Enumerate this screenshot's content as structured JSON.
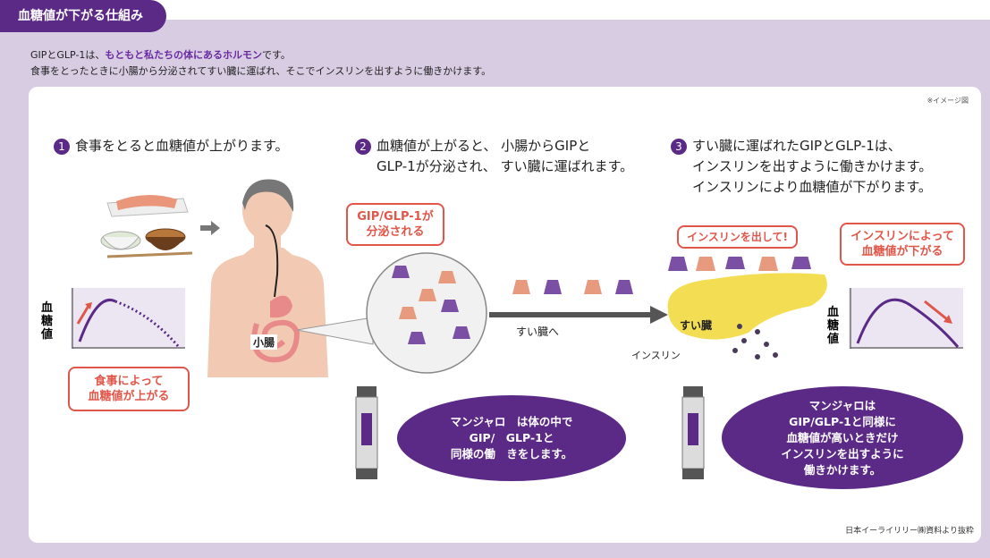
{
  "header": {
    "tab_label": "血糖値が下がる仕組み"
  },
  "intro": {
    "line1_pre": "GIPとGLP-1は、",
    "line1_highlight": "もともと私たちの体にあるホルモン",
    "line1_post": "です。",
    "line2": "食事をとったときに小腸から分泌されてすい臓に運ばれ、そこでインスリンを出すように働きかけます。"
  },
  "note_image": "※イメージ図",
  "steps": [
    {
      "num": "1",
      "lines": [
        "食事をとると血糖値が上がります。"
      ]
    },
    {
      "num": "2",
      "lines": [
        "血糖値が上がると、 小腸からGIPと",
        "GLP-1が分泌され、 すい臓に運ばれます。"
      ]
    },
    {
      "num": "3",
      "lines": [
        "すい臓に運ばれたGIPとGLP-1は、",
        "インスリンを出すように働きかけます。",
        "インスリンにより血糖値が下がります。"
      ]
    }
  ],
  "labels": {
    "small_intestine": "小腸",
    "to_pancreas": "すい臓へ",
    "pancreas": "すい臓",
    "insulin": "インスリン",
    "blood_sugar_axis": [
      "血",
      "糖",
      "値"
    ],
    "hormone_gip": "GIP",
    "hormone_glp1": "GLP-1"
  },
  "callouts": {
    "rise": [
      "食事によって",
      "血糖値が上がる"
    ],
    "secrete": [
      "GIP/GLP-1が",
      "分泌される"
    ],
    "insulin_out": [
      "インスリンを出して!"
    ],
    "fall": [
      "インスリンによって",
      "血糖値が下がる"
    ]
  },
  "ovals": {
    "left": [
      "マンジャロ　は体の中で",
      "GIP/　GLP-1と",
      "同様の働　きをします。"
    ],
    "right": [
      "マンジャロは",
      "GIP/GLP-1と同様に",
      "血糖値が高いときだけ",
      "インスリンを出すように",
      "働きかけます。"
    ]
  },
  "footer": {
    "source": "日本イーライリリー㈱資料より抜粋"
  },
  "colors": {
    "purple": "#5b2a86",
    "hormone_purple": "#7b4fa3",
    "hormone_pink": "#e89a7e",
    "red": "#e0574a",
    "band": "#d8cce3",
    "pancreas": "#f3dd52"
  }
}
